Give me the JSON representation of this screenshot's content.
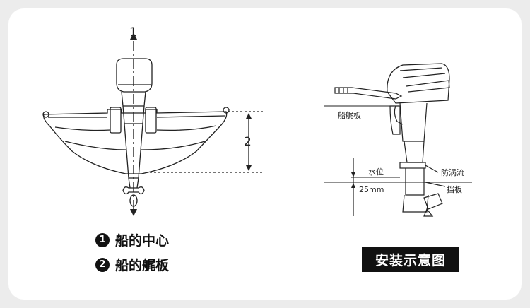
{
  "left_diagram": {
    "center_marker": "1",
    "height_marker": "2"
  },
  "right_diagram": {
    "labels": {
      "transom": "船艉板",
      "water_level": "水位",
      "anti_ventilation": "防涡流",
      "baffle": "挡板",
      "depth": "25mm"
    }
  },
  "legend": [
    {
      "number": "❶",
      "text": "船的中心"
    },
    {
      "number": "❷",
      "text": "船的艉板"
    }
  ],
  "title": "安装示意图",
  "colors": {
    "line": "#222222",
    "banner": "#111111",
    "background": "#ececec"
  }
}
